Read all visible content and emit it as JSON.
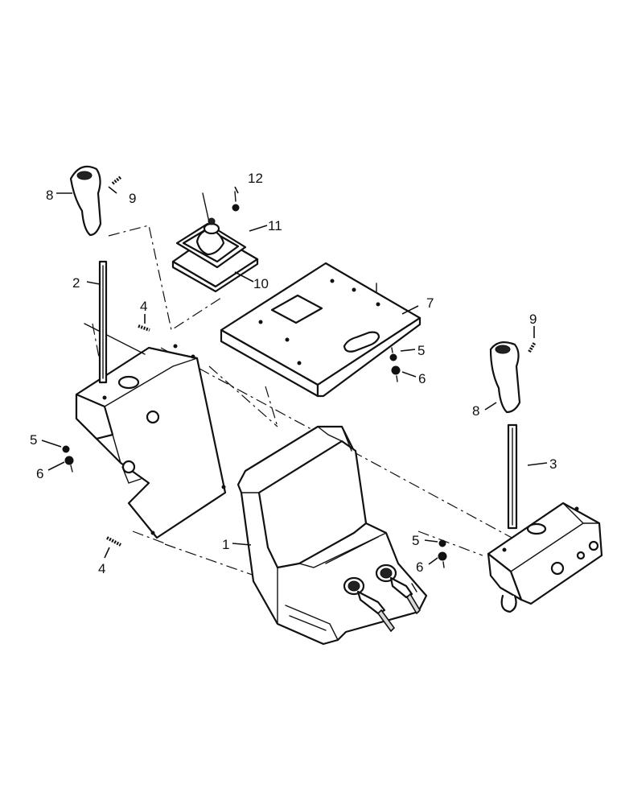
{
  "callouts": {
    "c1": "1",
    "c2": "2",
    "c3": "3",
    "c4a": "4",
    "c4b": "4",
    "c5a": "5",
    "c5b": "5",
    "c5c": "5",
    "c6a": "6",
    "c6b": "6",
    "c6c": "6",
    "c7": "7",
    "c8a": "8",
    "c8b": "8",
    "c9a": "9",
    "c9b": "9",
    "c10": "10",
    "c11": "11",
    "c12": "12"
  }
}
